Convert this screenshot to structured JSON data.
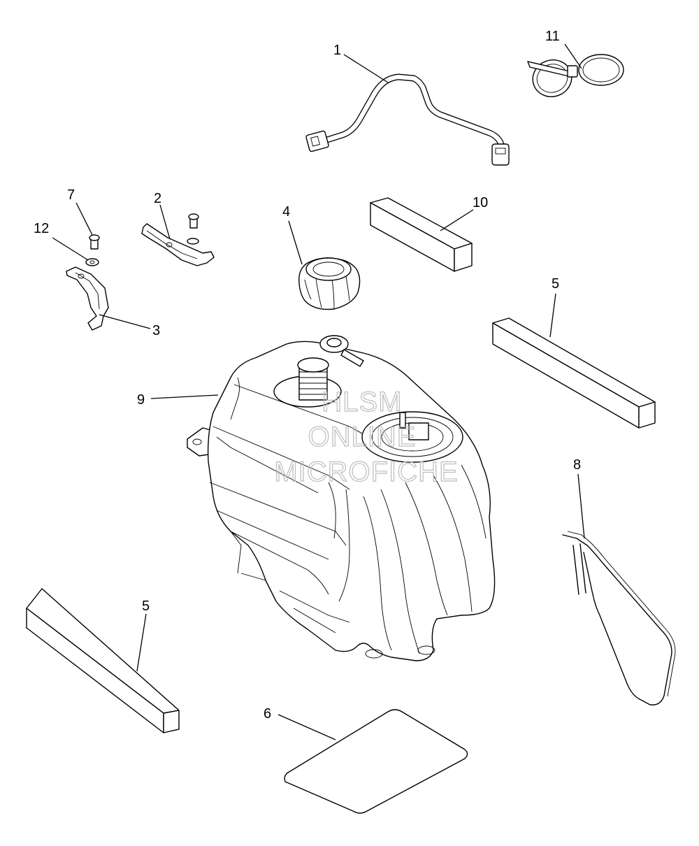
{
  "diagram": {
    "callouts": {
      "c1": "1",
      "c2": "2",
      "c3": "3",
      "c4": "4",
      "c5a": "5",
      "c5b": "5",
      "c6": "6",
      "c7": "7",
      "c8": "8",
      "c9": "9",
      "c10": "10",
      "c11": "11",
      "c12": "12"
    },
    "watermark": {
      "line1": "HLSM",
      "line2": "ONLINE",
      "line3": "MICROFICHE"
    }
  }
}
